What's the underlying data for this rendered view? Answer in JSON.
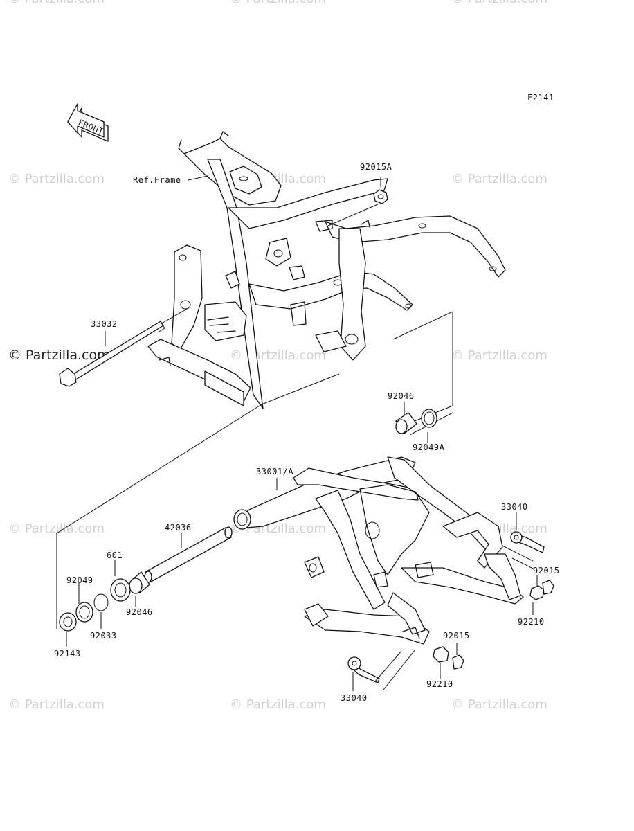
{
  "figure_code": "F2141",
  "direction_label": "FRONT",
  "watermark_text": "© Partzilla.com",
  "watermark_main": "© Partzilla.com",
  "ref_label": "Ref.Frame",
  "parts": {
    "p92015A": "92015A",
    "p33032": "33032",
    "p92046_top": "92046",
    "p92049A": "92049A",
    "p33001A": "33001/A",
    "p42036": "42036",
    "p601": "601",
    "p92049": "92049",
    "p92046_low": "92046",
    "p92033": "92033",
    "p92143": "92143",
    "p33040_right": "33040",
    "p92015_right": "92015",
    "p92210_right": "92210",
    "p92015_bottom": "92015",
    "p92210_bottom": "92210",
    "p33040_bottom": "33040"
  }
}
